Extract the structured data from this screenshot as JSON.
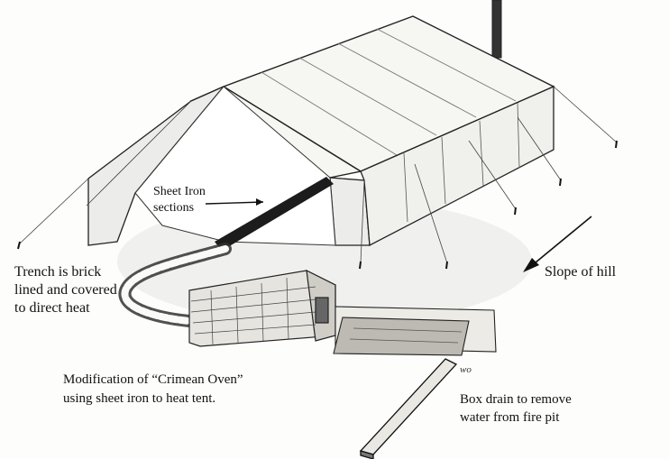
{
  "labels": {
    "sheet_iron": [
      "Sheet Iron",
      "sections"
    ],
    "trench": [
      "Trench is brick",
      "lined and covered",
      "to direct heat"
    ],
    "slope": "Slope of hill",
    "oven": [
      "Modification of “Crimean Oven”",
      "using sheet iron to heat tent."
    ],
    "drain": [
      "Box drain to remove",
      "water from fire pit"
    ],
    "initials": "wo"
  }
}
